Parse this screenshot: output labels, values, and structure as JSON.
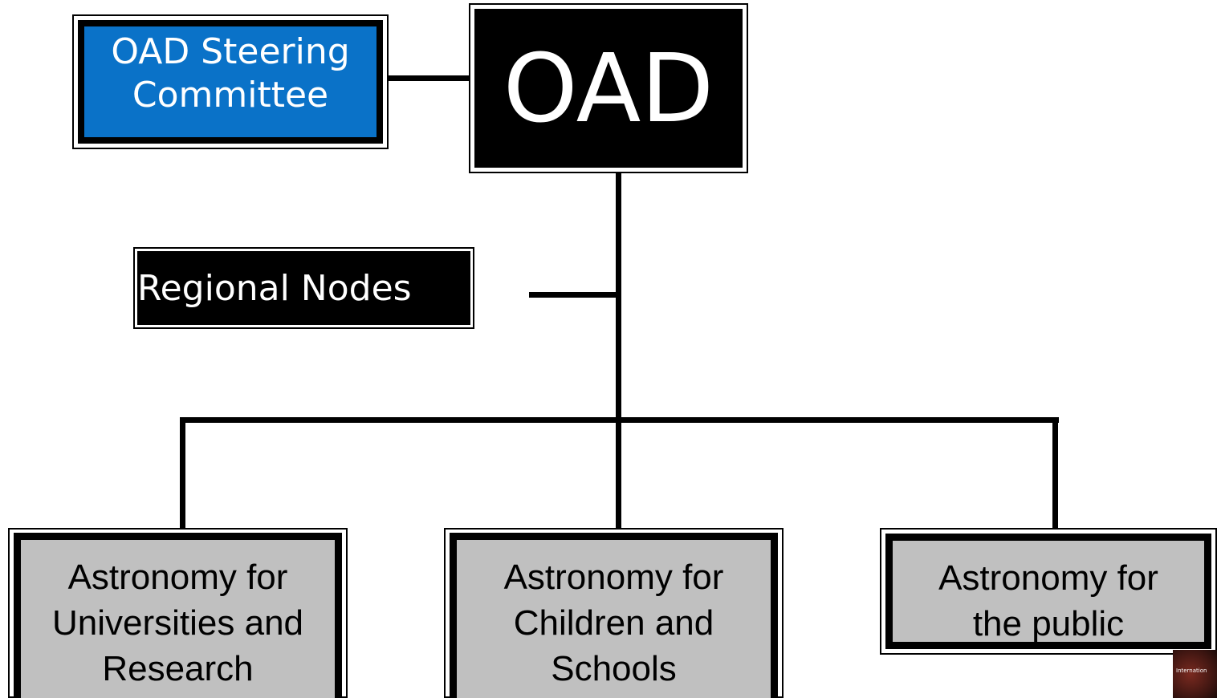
{
  "diagram": {
    "root": {
      "label": "OAD"
    },
    "steering": {
      "line1": "OAD Steering",
      "line2": "Committee"
    },
    "regional": {
      "label": "Regional Nodes"
    },
    "children": [
      {
        "line1": "Astronomy for",
        "line2": "Universities and",
        "line3": "Research"
      },
      {
        "line1": "Astronomy for",
        "line2": "Children and",
        "line3": "Schools"
      },
      {
        "line1": "Astronomy for",
        "line2": "the public",
        "line3": ""
      }
    ],
    "logo": {
      "text": "Internation"
    }
  }
}
